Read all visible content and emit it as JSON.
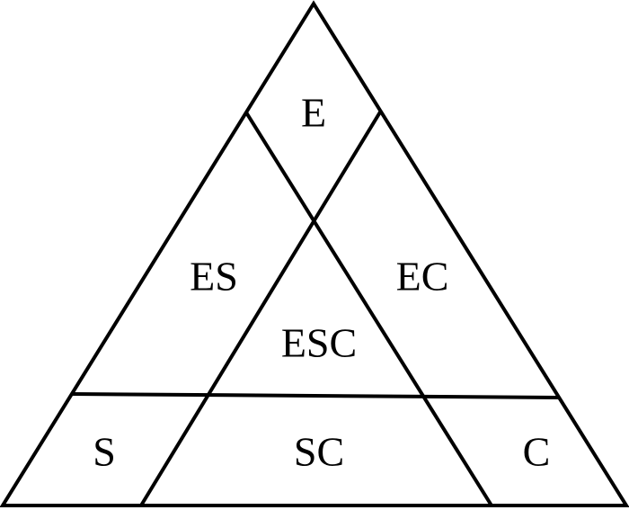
{
  "regions": {
    "e": "E",
    "es": "ES",
    "ec": "EC",
    "esc": "ESC",
    "s": "S",
    "sc": "SC",
    "c": "C"
  }
}
